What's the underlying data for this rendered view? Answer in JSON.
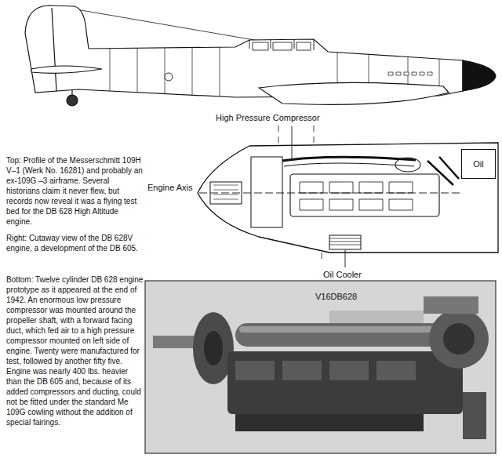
{
  "diagram": {
    "nodes": [
      {
        "text": [
          "Oil"
        ]
      }
    ],
    "labels": [
      "High Pressure Compressor",
      "Engine Axis",
      "Oil Cooler",
      "V16DB628",
      "Top: Profile of the Messerschmitt 109H V–1 (Werk No. 16281) and probably an ex-109G –3 airframe. Several historians claim it never flew, but records now reveal it was a flying test bed for the DB 628 High Altitude engine.",
      "Right: Cutaway view of the DB 628V engine, a development of the DB 605.",
      "Bottom: Twelve cylinder DB 628 engine prototype as it appeared at the end of 1942. An enormous low pressure compressor was mounted around the propeller shaft, with a forward facing duct, which fed air to a high pressure compressor mounted on left side of engine. Twenty were manufactured for test, followed by another fifty five. Engine was nearly 400 lbs. heavier than the DB 605 and, because of its added compressors and ducting, could not be fitted under the standard Me 109G cowling without the addition of special fairings."
    ]
  }
}
